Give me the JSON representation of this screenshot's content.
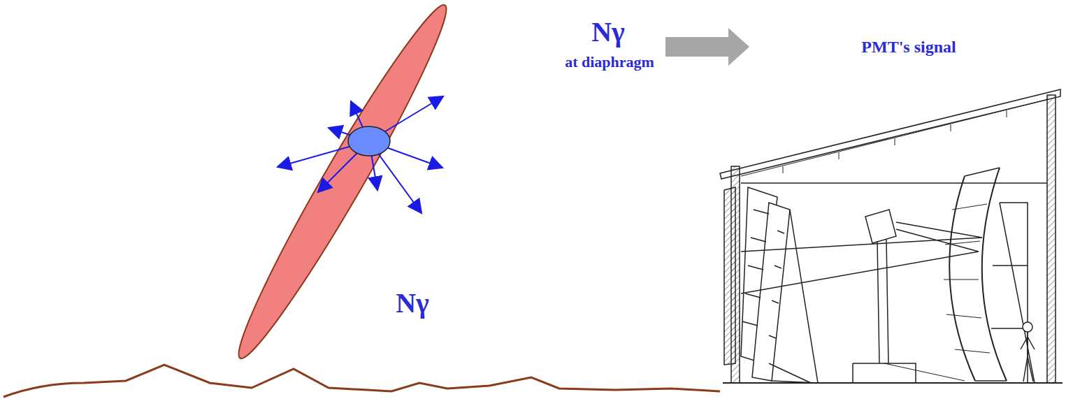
{
  "diagram": {
    "labels": [
      "Nγ",
      "at diaphragm",
      "PMT's signal",
      "Nγ"
    ]
  }
}
